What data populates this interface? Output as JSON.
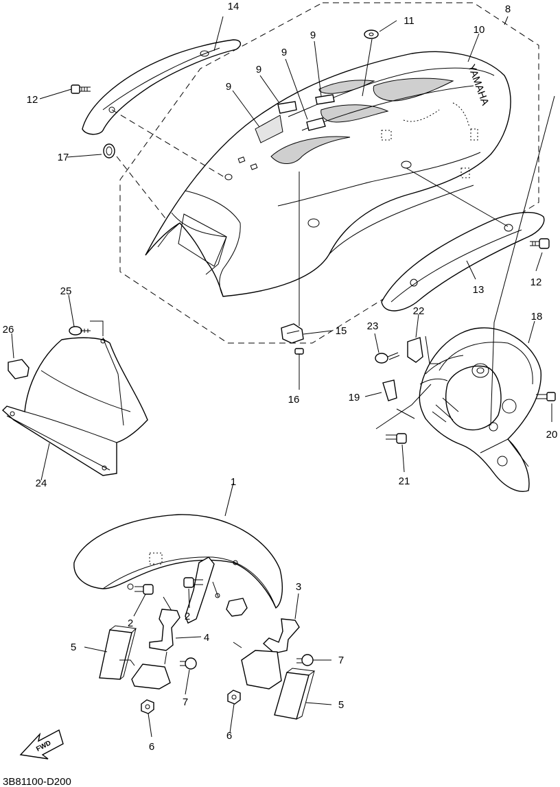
{
  "diagram_code": "3B81100-D200",
  "fwd_label": "FWD",
  "brand_mark": "YAMAHA",
  "callouts": {
    "c1": "1",
    "c2a": "2",
    "c2b": "2",
    "c3": "3",
    "c4": "4",
    "c5a": "5",
    "c5b": "5",
    "c6a": "6",
    "c6b": "6",
    "c7a": "7",
    "c7b": "7",
    "c8": "8",
    "c9a": "9",
    "c9b": "9",
    "c9c": "9",
    "c9d": "9",
    "c10": "10",
    "c11": "11",
    "c12a": "12",
    "c12b": "12",
    "c13": "13",
    "c14": "14",
    "c15": "15",
    "c16": "16",
    "c17": "17",
    "c18": "18",
    "c19": "19",
    "c20": "20",
    "c21": "21",
    "c22": "22",
    "c23": "23",
    "c24": "24",
    "c25": "25",
    "c26": "26"
  }
}
